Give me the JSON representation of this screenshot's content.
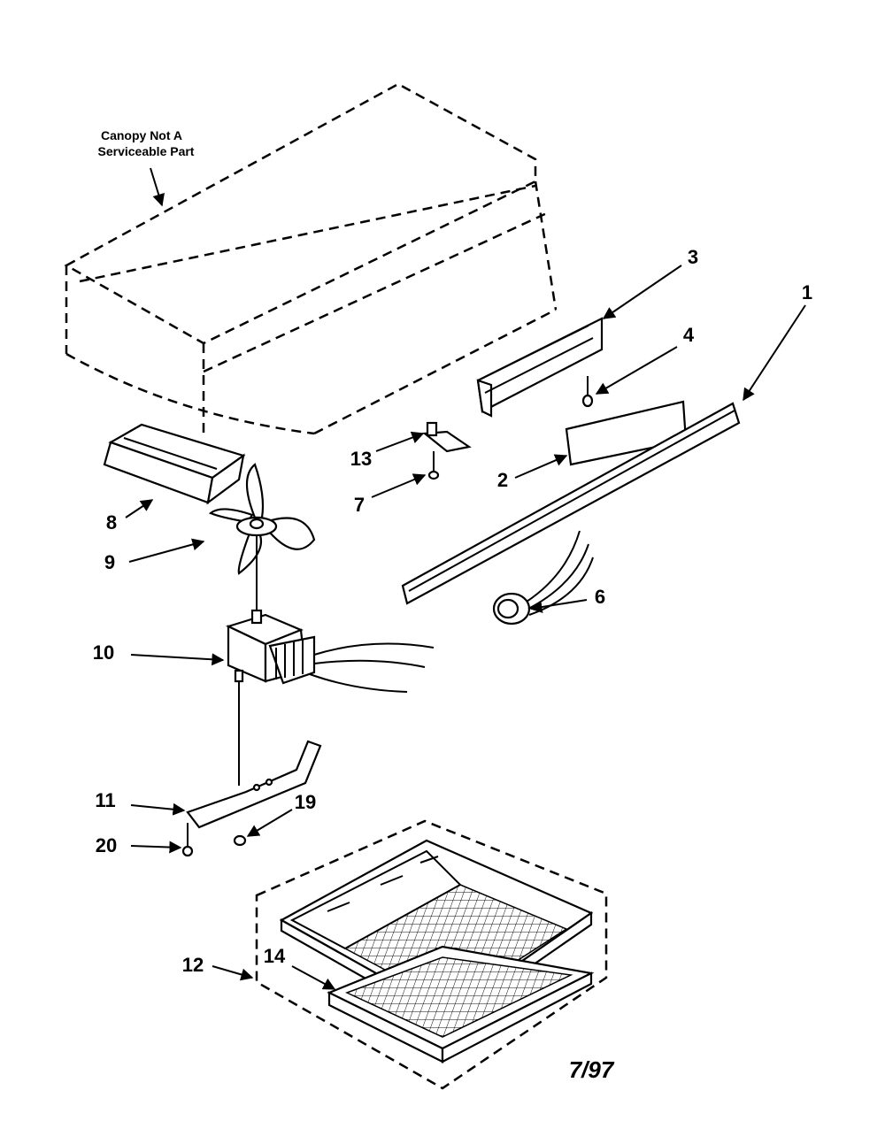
{
  "note": {
    "line1": "Canopy Not A",
    "line2": "Serviceable Part"
  },
  "callouts": {
    "c1": "1",
    "c2": "2",
    "c3": "3",
    "c4": "4",
    "c6": "6",
    "c7": "7",
    "c8": "8",
    "c9": "9",
    "c10": "10",
    "c11": "11",
    "c12": "12",
    "c13": "13",
    "c14": "14",
    "c19": "19",
    "c20": "20"
  },
  "date": "7/97"
}
